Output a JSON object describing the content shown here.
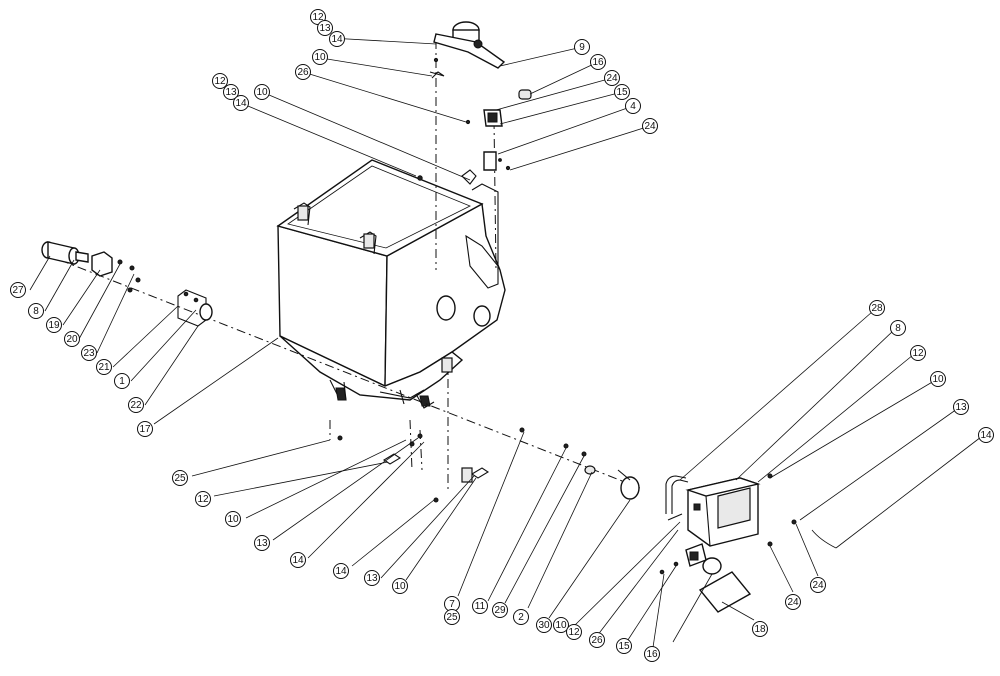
{
  "callouts": [
    {
      "id": "c-12-a",
      "label": "12"
    },
    {
      "id": "c-13-a",
      "label": "13"
    },
    {
      "id": "c-14-a",
      "label": "14"
    },
    {
      "id": "c-10-a",
      "label": "10"
    },
    {
      "id": "c-9",
      "label": "9"
    },
    {
      "id": "c-16-a",
      "label": "16"
    },
    {
      "id": "c-24-a",
      "label": "24"
    },
    {
      "id": "c-15-a",
      "label": "15"
    },
    {
      "id": "c-4",
      "label": "4"
    },
    {
      "id": "c-24-b",
      "label": "24"
    },
    {
      "id": "c-26-a",
      "label": "26"
    },
    {
      "id": "c-12-b",
      "label": "12"
    },
    {
      "id": "c-13-b",
      "label": "13"
    },
    {
      "id": "c-14-b",
      "label": "14"
    },
    {
      "id": "c-10-b",
      "label": "10"
    },
    {
      "id": "c-27",
      "label": "27"
    },
    {
      "id": "c-8-a",
      "label": "8"
    },
    {
      "id": "c-19",
      "label": "19"
    },
    {
      "id": "c-20",
      "label": "20"
    },
    {
      "id": "c-23",
      "label": "23"
    },
    {
      "id": "c-21",
      "label": "21"
    },
    {
      "id": "c-1",
      "label": "1"
    },
    {
      "id": "c-22",
      "label": "22"
    },
    {
      "id": "c-17",
      "label": "17"
    },
    {
      "id": "c-25-a",
      "label": "25"
    },
    {
      "id": "c-12-c",
      "label": "12"
    },
    {
      "id": "c-10-c",
      "label": "10"
    },
    {
      "id": "c-13-c",
      "label": "13"
    },
    {
      "id": "c-14-c",
      "label": "14"
    },
    {
      "id": "c-14-d",
      "label": "14"
    },
    {
      "id": "c-13-d",
      "label": "13"
    },
    {
      "id": "c-10-d",
      "label": "10"
    },
    {
      "id": "c-7",
      "label": "7"
    },
    {
      "id": "c-25-b",
      "label": "25"
    },
    {
      "id": "c-11",
      "label": "11"
    },
    {
      "id": "c-29",
      "label": "29"
    },
    {
      "id": "c-2",
      "label": "2"
    },
    {
      "id": "c-30",
      "label": "30"
    },
    {
      "id": "c-10-e",
      "label": "10"
    },
    {
      "id": "c-12-d",
      "label": "12"
    },
    {
      "id": "c-26-b",
      "label": "26"
    },
    {
      "id": "c-15-b",
      "label": "15"
    },
    {
      "id": "c-16-b",
      "label": "16"
    },
    {
      "id": "c-18",
      "label": "18"
    },
    {
      "id": "c-24-c",
      "label": "24"
    },
    {
      "id": "c-24-d",
      "label": "24"
    },
    {
      "id": "c-28",
      "label": "28"
    },
    {
      "id": "c-8-b",
      "label": "8"
    },
    {
      "id": "c-12-e",
      "label": "12"
    },
    {
      "id": "c-10-f",
      "label": "10"
    },
    {
      "id": "c-13-e",
      "label": "13"
    },
    {
      "id": "c-14-e",
      "label": "14"
    }
  ]
}
